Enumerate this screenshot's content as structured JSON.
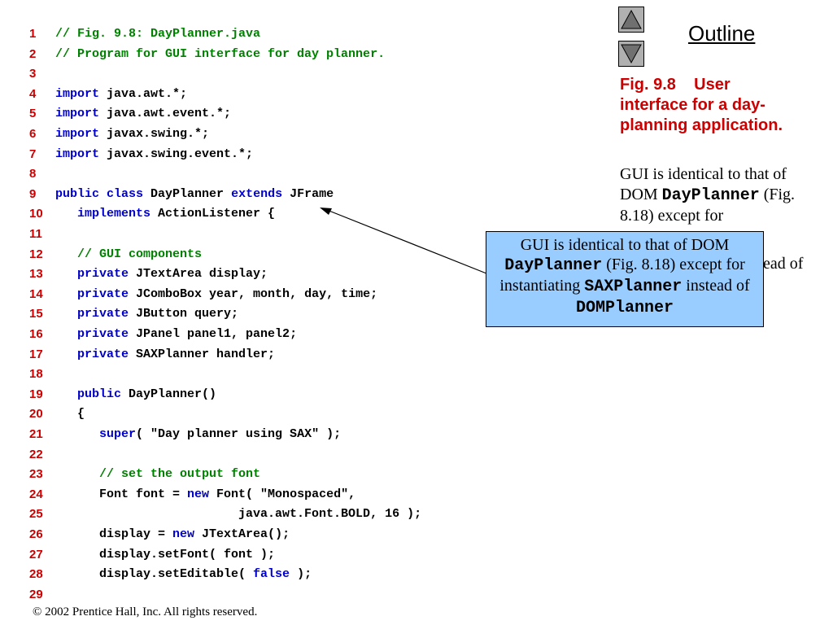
{
  "outline": {
    "title": "Outline"
  },
  "nav": {
    "up_icon": "triangle-up-icon",
    "down_icon": "triangle-down-icon"
  },
  "figure": {
    "caption_lines": [
      "Fig. 9.8    User",
      "interface for a day-",
      "planning application."
    ]
  },
  "side_note": {
    "text1": "GUI is identical to that of DOM ",
    "mono1": "DayPlanner",
    "text2": " (Fig. 8.18) except for",
    "text3": "ead of"
  },
  "callout": {
    "t1": "GUI is identical to that of DOM ",
    "m1": "DayPlanner",
    "t2": " (Fig. 8.18) except for instantiating ",
    "m2": "SAXPlanner",
    "t3": " instead of ",
    "m3": "DOMPlanner"
  },
  "footer": {
    "text": "© 2002 Prentice Hall, Inc.  All rights reserved."
  },
  "colors": {
    "comment": "#008000",
    "keyword": "#0000cc",
    "line_number": "#cc0000",
    "callout_bg": "#99ccff",
    "caption": "#cc0000"
  },
  "code_lines": [
    {
      "n": "1",
      "parts": [
        [
          "c",
          "// Fig. 9.8: DayPlanner.java"
        ]
      ]
    },
    {
      "n": "2",
      "parts": [
        [
          "c",
          "// Program for GUI interface for day planner."
        ]
      ]
    },
    {
      "n": "3",
      "parts": []
    },
    {
      "n": "4",
      "parts": [
        [
          "k",
          "import"
        ],
        [
          "p",
          " java.awt.*;"
        ]
      ]
    },
    {
      "n": "5",
      "parts": [
        [
          "k",
          "import"
        ],
        [
          "p",
          " java.awt.event.*;"
        ]
      ]
    },
    {
      "n": "6",
      "parts": [
        [
          "k",
          "import"
        ],
        [
          "p",
          " javax.swing.*;"
        ]
      ]
    },
    {
      "n": "7",
      "parts": [
        [
          "k",
          "import"
        ],
        [
          "p",
          " javax.swing.event.*;"
        ]
      ]
    },
    {
      "n": "8",
      "parts": []
    },
    {
      "n": "9",
      "parts": [
        [
          "k",
          "public class"
        ],
        [
          "p",
          " DayPlanner "
        ],
        [
          "k",
          "extends"
        ],
        [
          "p",
          " JFrame"
        ]
      ]
    },
    {
      "n": "10",
      "parts": [
        [
          "p",
          "   "
        ],
        [
          "k",
          "implements"
        ],
        [
          "p",
          " ActionListener {"
        ]
      ]
    },
    {
      "n": "11",
      "parts": []
    },
    {
      "n": "12",
      "parts": [
        [
          "p",
          "   "
        ],
        [
          "c",
          "// GUI components"
        ]
      ]
    },
    {
      "n": "13",
      "parts": [
        [
          "p",
          "   "
        ],
        [
          "k",
          "private"
        ],
        [
          "p",
          " JTextArea display;"
        ]
      ]
    },
    {
      "n": "14",
      "parts": [
        [
          "p",
          "   "
        ],
        [
          "k",
          "private"
        ],
        [
          "p",
          " JComboBox year, month, day, time;"
        ]
      ]
    },
    {
      "n": "15",
      "parts": [
        [
          "p",
          "   "
        ],
        [
          "k",
          "private"
        ],
        [
          "p",
          " JButton query;"
        ]
      ]
    },
    {
      "n": "16",
      "parts": [
        [
          "p",
          "   "
        ],
        [
          "k",
          "private"
        ],
        [
          "p",
          " JPanel panel1, panel2;"
        ]
      ]
    },
    {
      "n": "17",
      "parts": [
        [
          "p",
          "   "
        ],
        [
          "k",
          "private"
        ],
        [
          "p",
          " SAXPlanner handler;"
        ]
      ]
    },
    {
      "n": "18",
      "parts": []
    },
    {
      "n": "19",
      "parts": [
        [
          "p",
          "   "
        ],
        [
          "k",
          "public"
        ],
        [
          "p",
          " DayPlanner()"
        ]
      ]
    },
    {
      "n": "20",
      "parts": [
        [
          "p",
          "   {"
        ]
      ]
    },
    {
      "n": "21",
      "parts": [
        [
          "p",
          "      "
        ],
        [
          "k",
          "super"
        ],
        [
          "p",
          "( \"Day planner using SAX\" );"
        ]
      ]
    },
    {
      "n": "22",
      "parts": []
    },
    {
      "n": "23",
      "parts": [
        [
          "p",
          "      "
        ],
        [
          "c",
          "// set the output font"
        ]
      ]
    },
    {
      "n": "24",
      "parts": [
        [
          "p",
          "      Font font = "
        ],
        [
          "k",
          "new"
        ],
        [
          "p",
          " Font( \"Monospaced\","
        ]
      ]
    },
    {
      "n": "25",
      "parts": [
        [
          "p",
          "                         java.awt.Font.BOLD, 16 );"
        ]
      ]
    },
    {
      "n": "26",
      "parts": [
        [
          "p",
          "      display = "
        ],
        [
          "k",
          "new"
        ],
        [
          "p",
          " JTextArea();"
        ]
      ]
    },
    {
      "n": "27",
      "parts": [
        [
          "p",
          "      display.setFont( font );"
        ]
      ]
    },
    {
      "n": "28",
      "parts": [
        [
          "p",
          "      display.setEditable( "
        ],
        [
          "k",
          "false"
        ],
        [
          "p",
          " );"
        ]
      ]
    },
    {
      "n": "29",
      "parts": []
    }
  ]
}
